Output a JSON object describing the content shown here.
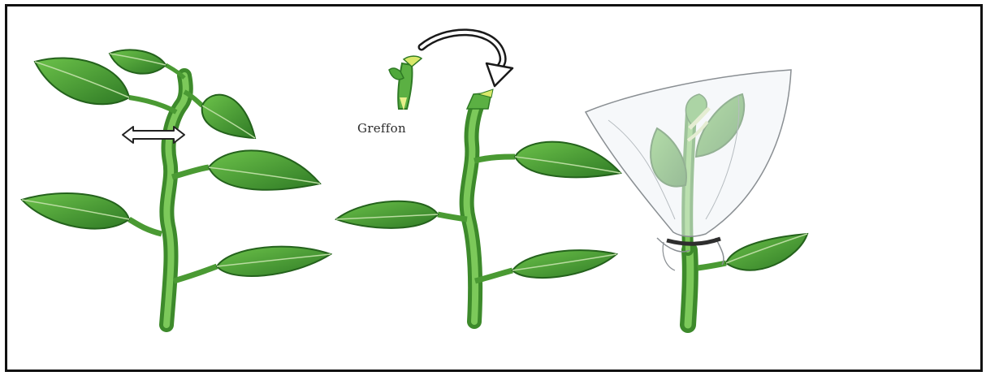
{
  "figure": {
    "scion_label": "Greffon"
  },
  "colors": {
    "border": "#111111",
    "leaf_fill": "#4fa83a",
    "leaf_dark": "#2f7a25",
    "leaf_vein": "#b9dca0",
    "stem": "#5bb043",
    "stem_dark": "#3d8a2b",
    "bag": "#eef3f6",
    "arrow": "#1a1a1a"
  },
  "icons": {
    "cut_marker": "double-headed-arrow",
    "transfer_arrow": "curved-arrow"
  }
}
